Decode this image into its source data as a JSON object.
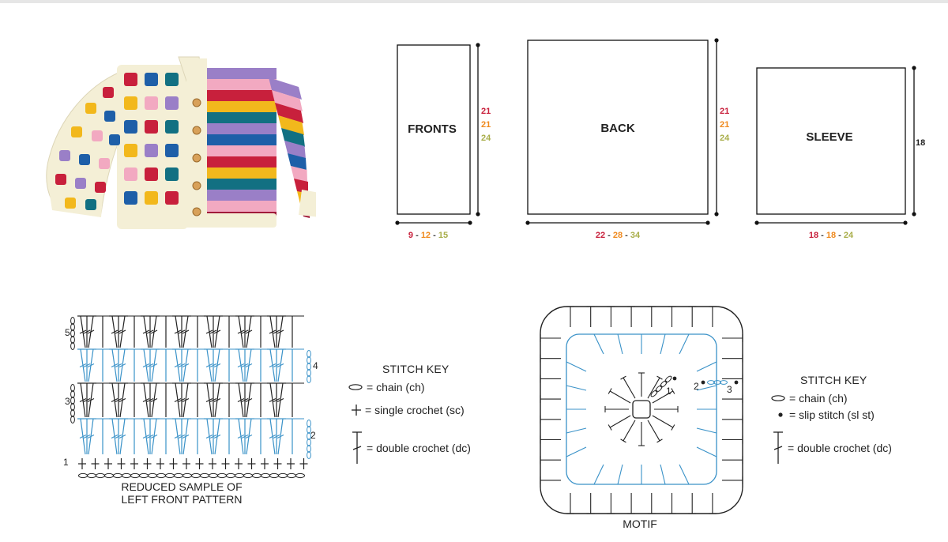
{
  "schematics": {
    "fronts": {
      "label": "FRONTS",
      "width": [
        "9",
        "12",
        "15"
      ],
      "height": [
        "21",
        "21",
        "24"
      ]
    },
    "back": {
      "label": "BACK",
      "width": [
        "22",
        "28",
        "34"
      ],
      "height": [
        "21",
        "21",
        "24"
      ]
    },
    "sleeve": {
      "label": "SLEEVE",
      "width": [
        "18",
        "18",
        "24"
      ],
      "height": "18"
    }
  },
  "size_colors": [
    "#c8203c",
    "#ef8a1e",
    "#a9ae4a"
  ],
  "chart_colors": {
    "blue_rows": "#3a92c8",
    "black_rows": "#222222"
  },
  "left_chart": {
    "row_numbers": [
      "1",
      "2",
      "3",
      "4",
      "5"
    ],
    "caption": [
      "REDUCED SAMPLE OF",
      "LEFT FRONT PATTERN"
    ]
  },
  "left_key": {
    "title": "STITCH KEY",
    "items": [
      {
        "icon": "chain-symbol-icon",
        "text": "= chain (ch)"
      },
      {
        "icon": "single-crochet-symbol-icon",
        "text": "= single crochet (sc)"
      },
      {
        "icon": "double-crochet-symbol-icon",
        "text": "= double crochet (dc)"
      }
    ]
  },
  "motif": {
    "round_numbers": [
      "1",
      "2",
      "3"
    ],
    "caption": "MOTIF"
  },
  "right_key": {
    "title": "STITCH KEY",
    "items": [
      {
        "icon": "chain-symbol-icon",
        "text": "= chain (ch)"
      },
      {
        "icon": "slip-stitch-symbol-icon",
        "text": "= slip stitch (sl st)"
      },
      {
        "icon": "double-crochet-symbol-icon",
        "text": "= double crochet (dc)"
      }
    ]
  },
  "cardigan_colors": [
    "#f4efd6",
    "#c8203c",
    "#f2b81c",
    "#1e5fa8",
    "#127082",
    "#9a7fc7",
    "#f2a9c1",
    "#a01a3a"
  ]
}
